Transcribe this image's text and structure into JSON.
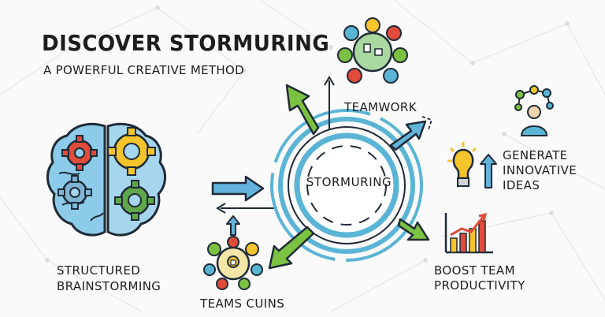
{
  "header": {
    "title": "DISCOVER STORMURING",
    "subtitle": "A POWERFUL CREATIVE METHOD"
  },
  "center": {
    "label": "STORMURING"
  },
  "nodes": {
    "brain_line1": "STRUCTURED",
    "brain_line2": "BRAINSTORMING",
    "teamwork": "TEAMWORK",
    "ideas_line1": "GENERATE",
    "ideas_line2": "INNOVATIVE",
    "ideas_line3": "IDEAS",
    "productivity_line1": "BOOST TEAM",
    "productivity_line2": "PRODUCTIVITY",
    "teams": "TEAMS CUINS"
  },
  "colors": {
    "outline": "#1f2a36",
    "ring_blue": "#5ab4d6",
    "arrow_green": "#7cc242",
    "arrow_blue": "#63b4dc",
    "gear_yellow": "#f6c42b",
    "gear_red": "#e04b3c",
    "gear_green": "#5fa84a",
    "brain_blue": "#8ccbea"
  }
}
